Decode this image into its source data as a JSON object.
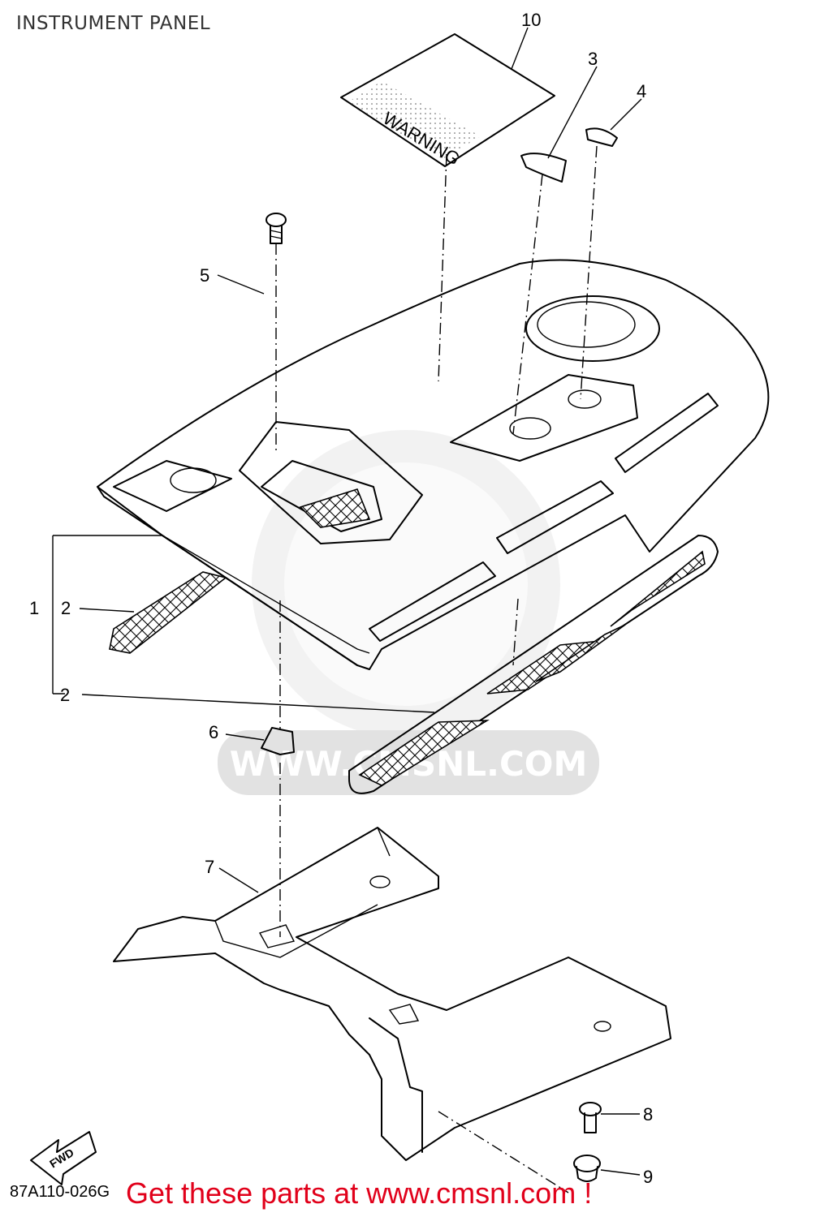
{
  "title": "INSTRUMENT PANEL",
  "callouts": [
    "10",
    "3",
    "4",
    "5",
    "1",
    "2",
    "2",
    "6",
    "7",
    "8",
    "9"
  ],
  "decal_text": "WARNING",
  "fwd_text": "FWD",
  "watermark": "WWW.CMSNL.COM",
  "drawing_code": "87A110-026G",
  "footer": "Get these parts at www.cmsnl.com !",
  "colors": {
    "footer": "#e1001a",
    "line": "#000000",
    "watermark": "#e2e2e2"
  }
}
